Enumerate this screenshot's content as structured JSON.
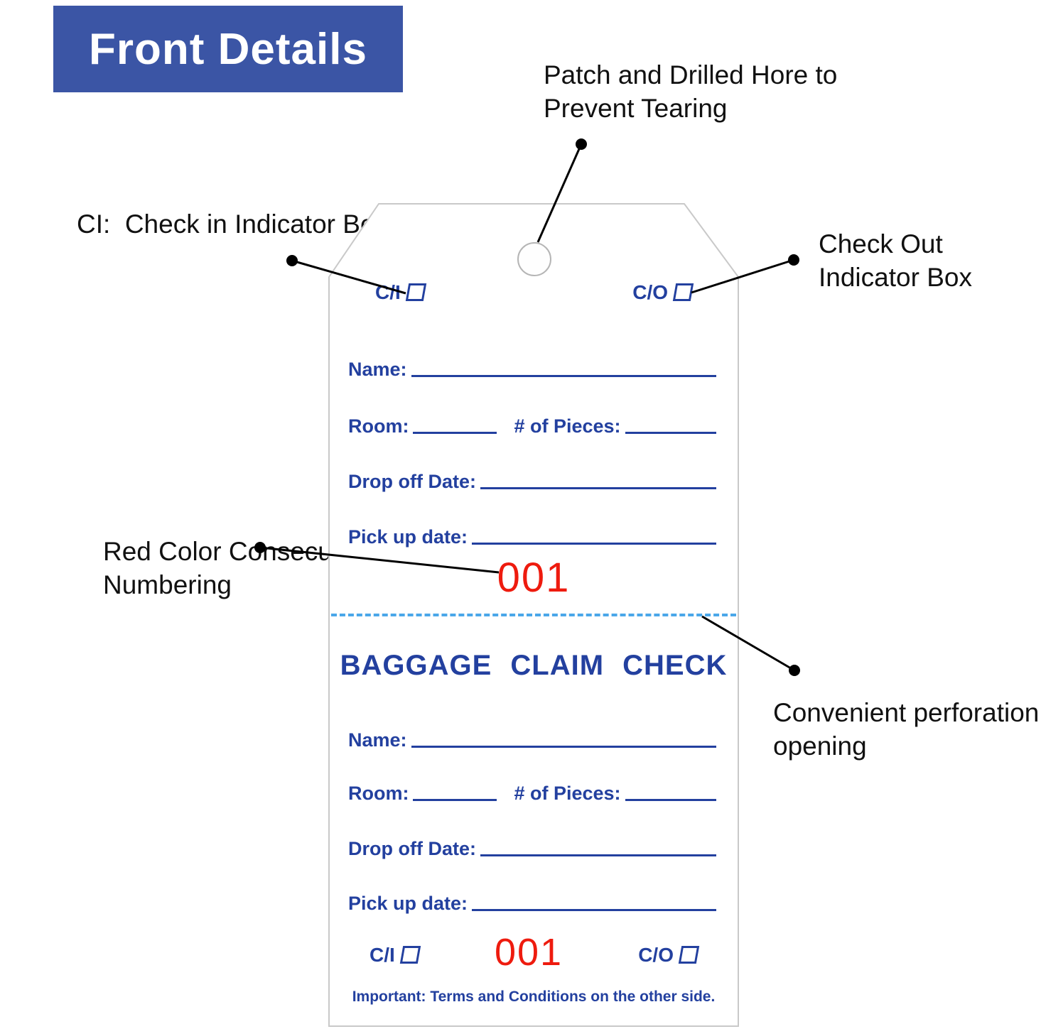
{
  "banner": {
    "title": "Front Details"
  },
  "annotations": {
    "patch_hole": "Patch and Drilled Hore to Prevent Tearing",
    "check_in": "CI:  Check in Indicator Box",
    "check_out": "Check Out Indicator Box",
    "red_numbering": "Red Color Consecutive Numbering",
    "perforation": "Convenient perforation opening"
  },
  "tag": {
    "check_in_label": "C/I",
    "check_out_label": "C/O",
    "stub": {
      "name": "Name:",
      "room": "Room:",
      "pieces": "# of Pieces:",
      "drop_off": "Drop off Date:",
      "pick_up": "Pick up date:",
      "number": "001"
    },
    "claim": {
      "title": "BAGGAGE CLAIM CHECK",
      "name": "Name:",
      "room": "Room:",
      "pieces": "# of Pieces:",
      "drop_off": "Drop off Date:",
      "pick_up": "Pick up date:",
      "number": "001"
    },
    "footer": "Important: Terms and Conditions on the other side."
  },
  "colors": {
    "banner_blue": "#3b55a5",
    "tag_blue": "#23409f",
    "number_red": "#ee1b0e",
    "perforation_blue": "#4aa7e9"
  }
}
